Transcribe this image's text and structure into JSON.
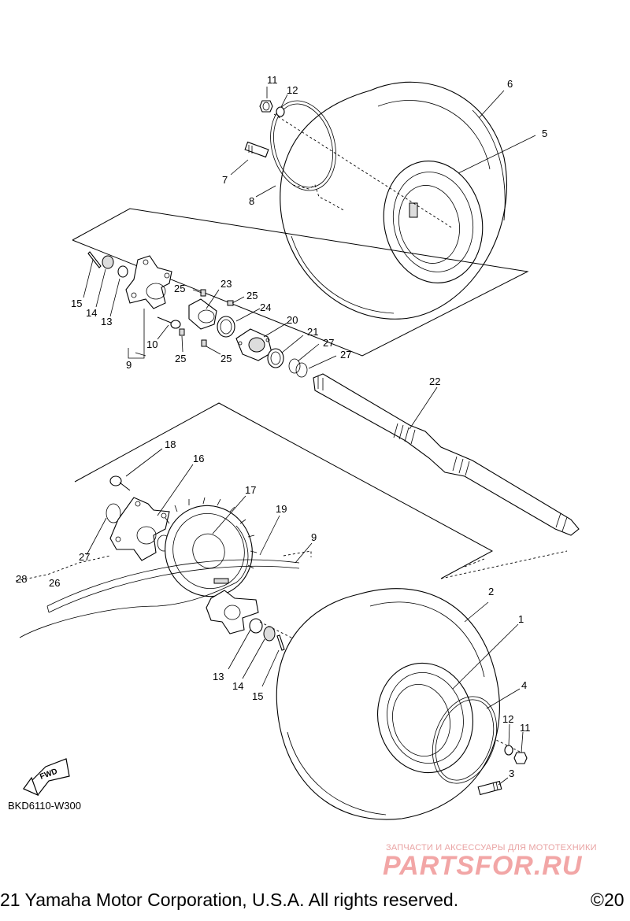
{
  "diagram": {
    "callouts": {
      "c1": "1",
      "c2": "2",
      "c3": "3",
      "c4": "4",
      "c5": "5",
      "c6": "6",
      "c7": "7",
      "c8": "8",
      "c9a": "9",
      "c9b": "9",
      "c10": "10",
      "c11a": "11",
      "c11b": "11",
      "c12a": "12",
      "c12b": "12",
      "c13a": "13",
      "c13b": "13",
      "c14a": "14",
      "c14b": "14",
      "c15a": "15",
      "c15b": "15",
      "c16": "16",
      "c17": "17",
      "c18": "18",
      "c19": "19",
      "c20": "20",
      "c21": "21",
      "c22": "22",
      "c23": "23",
      "c24": "24",
      "c25a": "25",
      "c25b": "25",
      "c25c": "25",
      "c25d": "25",
      "c26": "26",
      "c27a": "27",
      "c27b": "27",
      "c27c": "27",
      "c28": "28"
    },
    "fwd_label": "FWD",
    "code": "BKD6110-W300"
  },
  "watermark": {
    "tagline": "ЗАПЧАСТИ И АКСЕССУАРЫ ДЛЯ МОТОТЕХНИКИ",
    "logo": "PARTSFOR.RU"
  },
  "footer": {
    "copyright": "21 Yamaha Motor Corporation, U.S.A. All rights reserved.",
    "copyright_right": "©20"
  }
}
